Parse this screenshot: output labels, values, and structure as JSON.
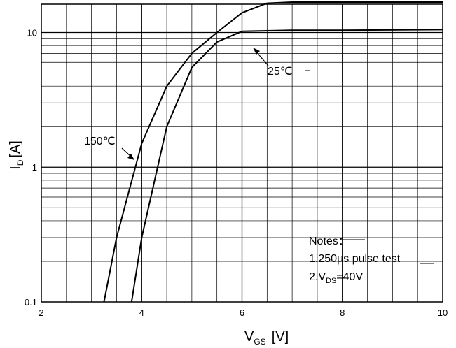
{
  "chart_data": {
    "type": "line",
    "xlabel": {
      "main": "V",
      "sub": "GS",
      "unit": "[V]"
    },
    "ylabel": {
      "main": "I",
      "sub": "D",
      "unit": "[A]"
    },
    "xlim": [
      2,
      10
    ],
    "ylim": [
      0.1,
      20
    ],
    "y_scale": "log",
    "grid": true,
    "x_ticks": [
      "2",
      "4",
      "6",
      "8",
      "10"
    ],
    "y_ticks": [
      "0.1",
      "1",
      "10"
    ],
    "series": [
      {
        "name": "25℃",
        "x": [
          3.8,
          4.0,
          4.5,
          5.0,
          5.5,
          6.0,
          7.0,
          8.0,
          10.0
        ],
        "y": [
          0.1,
          0.3,
          2.0,
          5.5,
          8.5,
          10.2,
          10.4,
          10.4,
          10.5
        ]
      },
      {
        "name": "150℃",
        "x": [
          3.25,
          3.5,
          4.0,
          4.5,
          5.0,
          5.5,
          6.0,
          6.5,
          7.0,
          8.0,
          10.0
        ],
        "y": [
          0.1,
          0.3,
          1.5,
          4.0,
          7.0,
          10.0,
          14.0,
          16.5,
          16.8,
          16.8,
          16.8
        ]
      }
    ],
    "annotations": {
      "label_25": "25℃",
      "label_150": "150℃",
      "notes_title": "Notes：",
      "note1": "1.250μs pulse test",
      "note2_prefix": "2.V",
      "note2_sub": "DS",
      "note2_suffix": "=40V"
    }
  }
}
